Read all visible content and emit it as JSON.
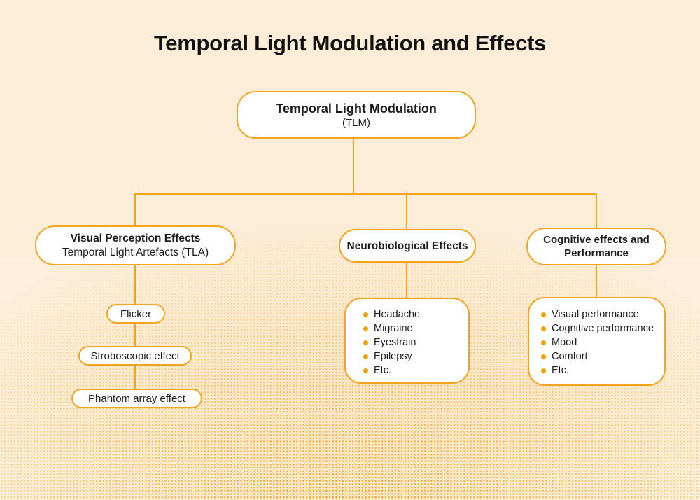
{
  "title": "Temporal Light Modulation and Effects",
  "colors": {
    "accent_border": "#F5A41F",
    "connector": "#F3A31C",
    "bullet": "#F0A109",
    "background_top": "#FCEDD8",
    "background_bottom": "#FEF7E9",
    "box_background": "#FFFFFF",
    "text": "#1B1B1B"
  },
  "root": {
    "title": "Temporal Light Modulation",
    "subtitle": "(TLM)"
  },
  "branches": [
    {
      "title": "Visual Perception Effects",
      "subtitle": "Temporal Light Artefacts (TLA)",
      "children": [
        "Flicker",
        "Stroboscopic effect",
        "Phantom array effect"
      ]
    },
    {
      "title": "Neurobiological Effects",
      "items": [
        "Headache",
        "Migraine",
        "Eyestrain",
        "Epilepsy",
        "Etc."
      ]
    },
    {
      "title": "Cognitive effects and Performance",
      "items": [
        "Visual performance",
        "Cognitive performance",
        "Mood",
        "Comfort",
        "Etc."
      ]
    }
  ]
}
